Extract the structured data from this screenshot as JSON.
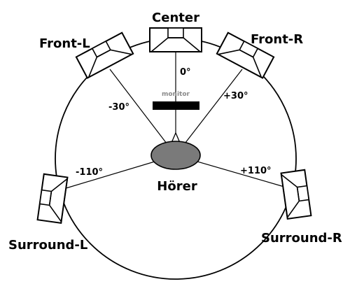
{
  "speakers": {
    "center": "Center",
    "front_left": "Front-L",
    "front_right": "Front-R",
    "surround_left": "Surround-L",
    "surround_right": "Surround-R"
  },
  "angles": {
    "center": "0°",
    "front_left": "-30°",
    "front_right": "+30°",
    "surround_left": "-110°",
    "surround_right": "+110°"
  },
  "monitor_label": "monitor",
  "listener_label": "Hörer",
  "colors": {
    "listener_fill": "#7a7a7a",
    "monitor_fill": "#000000",
    "monitor_text": "#8a8a8a"
  }
}
